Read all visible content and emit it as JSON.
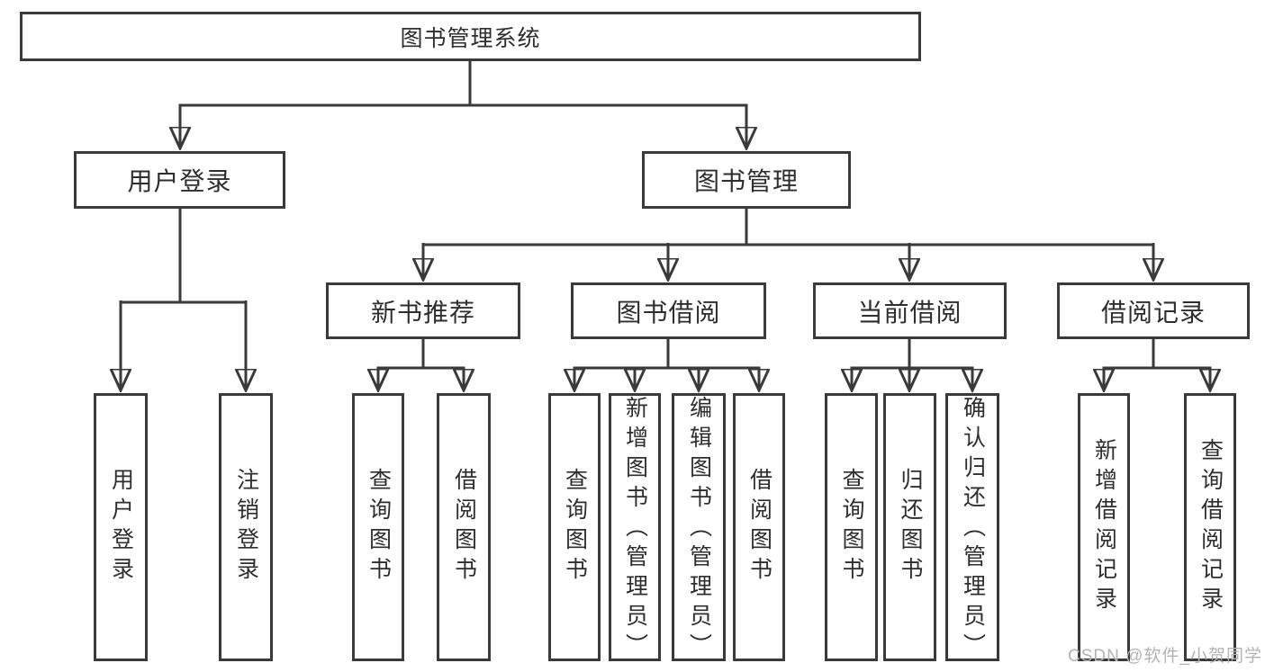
{
  "diagram": {
    "root": {
      "label": "图书管理系统"
    },
    "level2": [
      {
        "label": "用户登录"
      },
      {
        "label": "图书管理"
      }
    ],
    "level3": [
      {
        "label": "新书推荐"
      },
      {
        "label": "图书借阅"
      },
      {
        "label": "当前借阅"
      },
      {
        "label": "借阅记录"
      }
    ],
    "leaves": [
      {
        "label": "用户登录"
      },
      {
        "label": "注销登录"
      },
      {
        "label": "查询图书"
      },
      {
        "label": "借阅图书"
      },
      {
        "label": "查询图书"
      },
      {
        "label": "新增图书（管理员）"
      },
      {
        "label": "编辑图书（管理员）"
      },
      {
        "label": "借阅图书"
      },
      {
        "label": "查询图书"
      },
      {
        "label": "归还图书"
      },
      {
        "label": "确认归还（管理员）"
      },
      {
        "label": "新增借阅记录"
      },
      {
        "label": "查询借阅记录"
      }
    ],
    "watermark": "CSDN @软件_小贺同学",
    "colors": {
      "line": "#3a3a3a",
      "text": "#2e2e2e",
      "watermark": "#b3b3b3"
    }
  }
}
